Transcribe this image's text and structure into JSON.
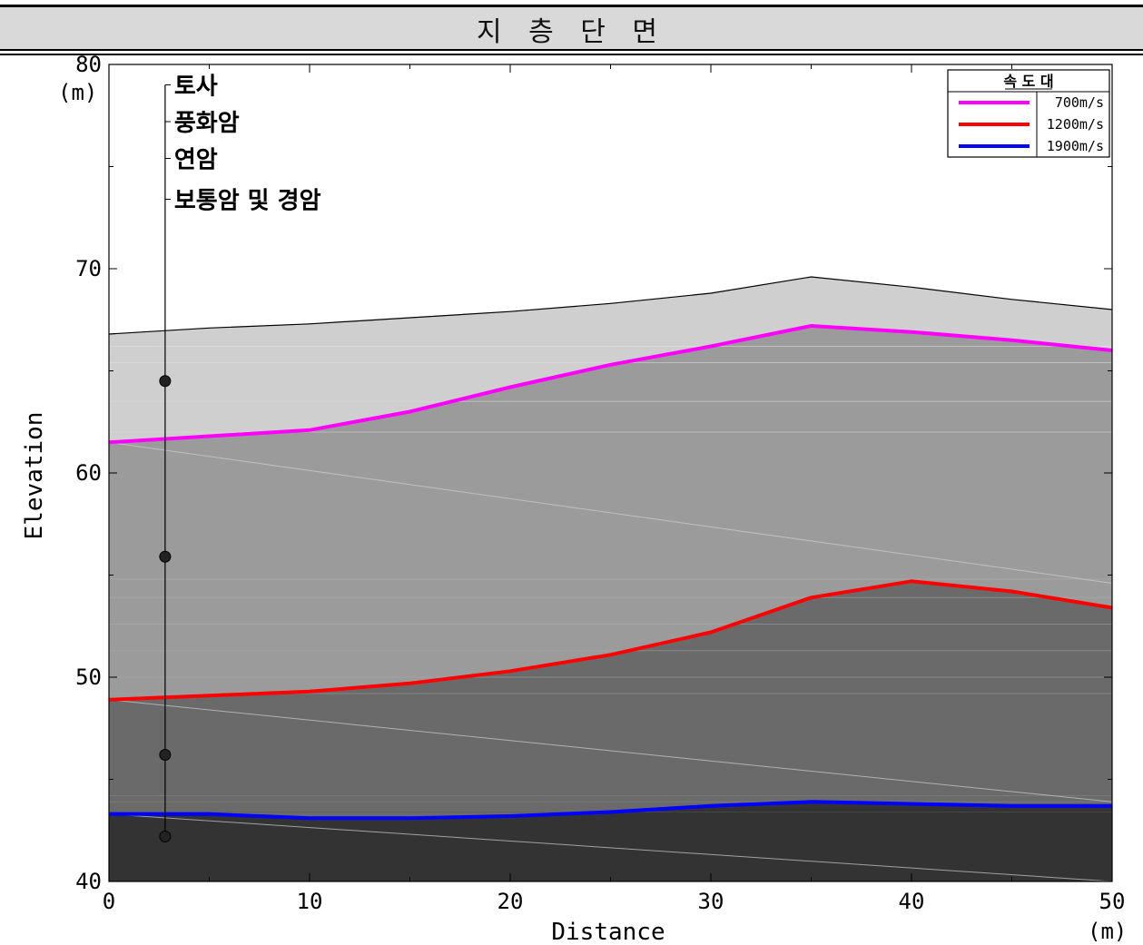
{
  "chart_data": {
    "type": "area",
    "title": "지 층 단 면",
    "xlabel": "Distance",
    "ylabel": "Elevation",
    "x_unit": "(m)",
    "y_unit": "(m)",
    "xlim": [
      0,
      50
    ],
    "ylim": [
      40,
      80
    ],
    "x_ticks": [
      0,
      10,
      20,
      30,
      40,
      50
    ],
    "y_ticks": [
      40,
      50,
      60,
      70,
      80
    ],
    "grid": false,
    "surface": {
      "x": [
        0,
        5,
        10,
        15,
        20,
        25,
        30,
        35,
        40,
        45,
        50
      ],
      "y": [
        66.8,
        67.1,
        67.3,
        67.6,
        67.9,
        68.3,
        68.8,
        69.6,
        69.1,
        68.5,
        68.0
      ]
    },
    "legend": {
      "title": "속 도 대",
      "placement": "top-right",
      "entries": [
        "700m/s",
        "1200m/s",
        "1900m/s"
      ]
    },
    "series": [
      {
        "name": "700m/s",
        "color": "#ff00ff",
        "x": [
          0,
          5,
          10,
          15,
          20,
          25,
          30,
          35,
          40,
          45,
          50
        ],
        "y": [
          61.5,
          61.8,
          62.1,
          63.0,
          64.2,
          65.3,
          66.2,
          67.2,
          66.9,
          66.5,
          66.0
        ]
      },
      {
        "name": "1200m/s",
        "color": "#ff0000",
        "x": [
          0,
          5,
          10,
          15,
          20,
          25,
          30,
          35,
          40,
          45,
          50
        ],
        "y": [
          48.9,
          49.1,
          49.3,
          49.7,
          50.3,
          51.1,
          52.2,
          53.9,
          54.7,
          54.2,
          53.4
        ]
      },
      {
        "name": "1900m/s",
        "color": "#0000ff",
        "x": [
          0,
          5,
          10,
          15,
          20,
          25,
          30,
          35,
          40,
          45,
          50
        ],
        "y": [
          43.3,
          43.3,
          43.1,
          43.1,
          43.2,
          43.4,
          43.7,
          43.9,
          43.8,
          43.7,
          43.7
        ]
      }
    ],
    "layer_fills": [
      "#cfcfcf",
      "#9b9b9b",
      "#6a6a6a",
      "#333333"
    ],
    "borehole": {
      "x": 2.8,
      "top": 79.0,
      "markers": [
        64.5,
        55.9,
        46.2,
        42.2
      ],
      "labels": [
        {
          "text": "토사",
          "y": 79.0
        },
        {
          "text": "풍화암",
          "y": 77.2
        },
        {
          "text": "연암",
          "y": 75.4
        },
        {
          "text": "보통암 및 경암",
          "y": 73.4
        }
      ]
    }
  }
}
